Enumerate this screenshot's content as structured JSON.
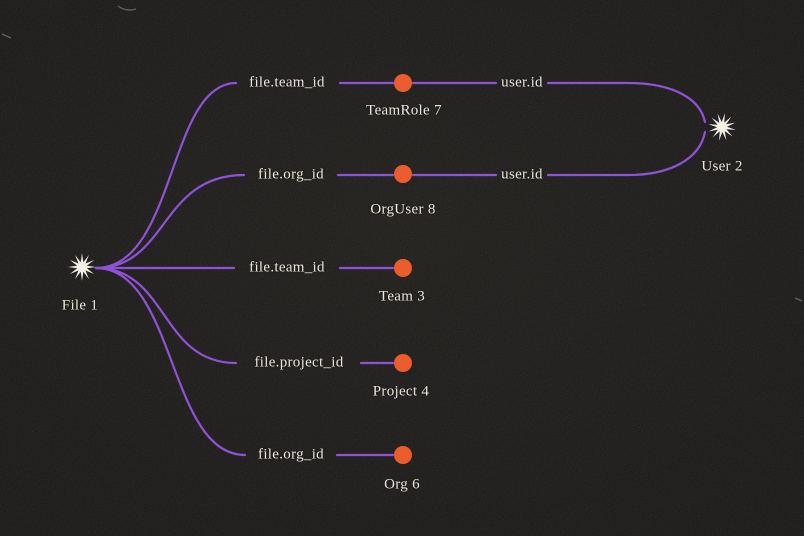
{
  "diagram": {
    "colors": {
      "background": "#0e0d0c",
      "edge": "#8643d6",
      "dot": "#ea4f1c",
      "text": "#ece5da"
    },
    "source_node": {
      "label": "File 1",
      "icon": "starburst-icon"
    },
    "target_node": {
      "label": "User 2",
      "icon": "starburst-icon"
    },
    "tables": [
      {
        "label": "TeamRole 7",
        "icon": "dot-icon",
        "left_edge_label": "file.team_id",
        "right_edge_label": "user.id"
      },
      {
        "label": "OrgUser 8",
        "icon": "dot-icon",
        "left_edge_label": "file.org_id",
        "right_edge_label": "user.id"
      },
      {
        "label": "Team 3",
        "icon": "dot-icon",
        "left_edge_label": "file.team_id"
      },
      {
        "label": "Project 4",
        "icon": "dot-icon",
        "left_edge_label": "file.project_id"
      },
      {
        "label": "Org 6",
        "icon": "dot-icon",
        "left_edge_label": "file.org_id"
      }
    ]
  }
}
